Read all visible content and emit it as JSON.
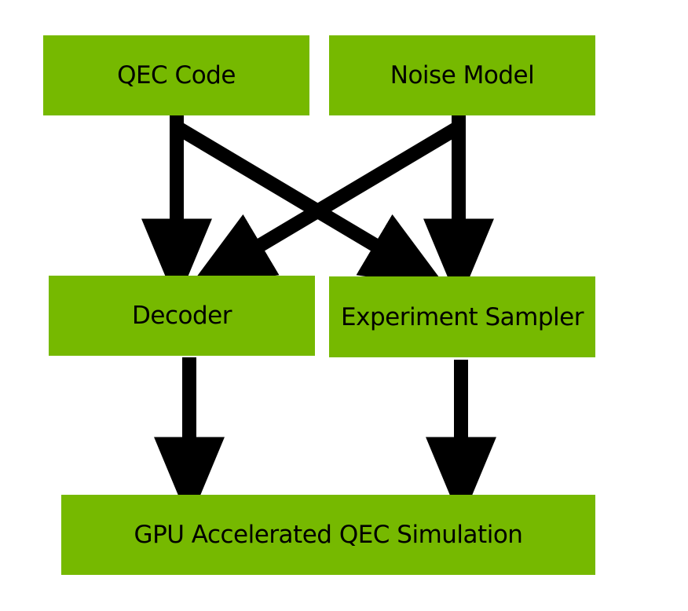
{
  "diagram": {
    "type": "flowchart",
    "colors": {
      "box_fill": "#76b900",
      "text": "#000000",
      "arrow": "#000000",
      "background": "#ffffff"
    },
    "nodes": [
      {
        "id": "qec_code",
        "label": "QEC Code"
      },
      {
        "id": "noise_model",
        "label": "Noise Model"
      },
      {
        "id": "decoder",
        "label": "Decoder"
      },
      {
        "id": "experiment_sampler",
        "label": "Experiment Sampler"
      },
      {
        "id": "gpu_sim",
        "label": "GPU Accelerated QEC Simulation"
      }
    ],
    "edges": [
      {
        "from": "qec_code",
        "to": "decoder"
      },
      {
        "from": "qec_code",
        "to": "experiment_sampler"
      },
      {
        "from": "noise_model",
        "to": "decoder"
      },
      {
        "from": "noise_model",
        "to": "experiment_sampler"
      },
      {
        "from": "decoder",
        "to": "gpu_sim"
      },
      {
        "from": "experiment_sampler",
        "to": "gpu_sim"
      }
    ]
  }
}
